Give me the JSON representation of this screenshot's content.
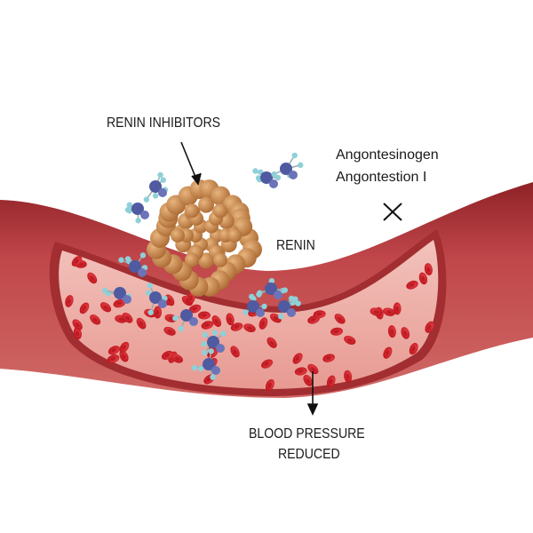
{
  "labels": {
    "renin_inhibitors": "RENIN INHIBITORS",
    "angiotensinogen": "Angontesinogen",
    "angiotensin_i": "Angontestion I",
    "renin": "RENIN",
    "blood_pressure_line1": "BLOOD PRESSURE",
    "blood_pressure_line2": "REDUCED"
  },
  "colors": {
    "vessel_wall": "#b5393a",
    "vessel_inner": "#e9a49c",
    "blood_cell": "#d0161c",
    "renin_protein": "#c98a4e",
    "inhibitor_molecule": "#5a64a8",
    "inhibitor_atom_light": "#8fd0d8"
  },
  "icons": [
    "block-x-icon",
    "arrow-down-icon",
    "arrow-diagonal-icon"
  ]
}
